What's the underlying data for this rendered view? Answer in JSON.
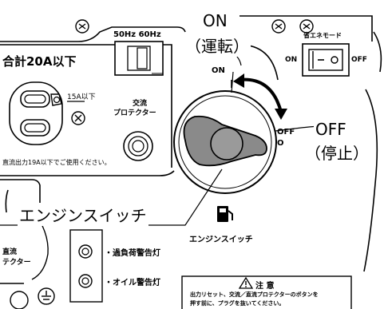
{
  "panel": {
    "total_current_label": "合計20A以下",
    "outlet_rating_label": "15A以下",
    "ac_protector_label_line1": "交流",
    "ac_protector_label_line2": "プロテクター",
    "dc_note": "直流出力19A以下でご使用ください。",
    "frequency_label": "50Hz  60Hz",
    "eco_mode_label": "省エネモード",
    "eco_on_label": "ON",
    "eco_off_label": "OFF",
    "switch_on_label": "ON",
    "switch_off_label_line1": "OFF",
    "switch_off_label_line2": "O",
    "switch_caption": "エンジンスイッチ",
    "dc_protector_label_line1": "直流",
    "dc_protector_label_line2": "テクター",
    "overload_lamp_label": "・過負荷警告灯",
    "oil_lamp_label": "・オイル警告灯",
    "caution_title": "注 意",
    "caution_line1": "出力リセット、交流／直流プロテクターのボタンを",
    "caution_line2": "押す前に、プラグを抜いてください。",
    "icon_fuel": "fuel-pump-icon",
    "icon_warning": "warning-triangle-icon"
  },
  "callouts": {
    "on_line1": "ON",
    "on_line2": "（運転）",
    "off_line1": "OFF",
    "off_line2": "（停止）",
    "engine_switch": "エンジンスイッチ"
  }
}
